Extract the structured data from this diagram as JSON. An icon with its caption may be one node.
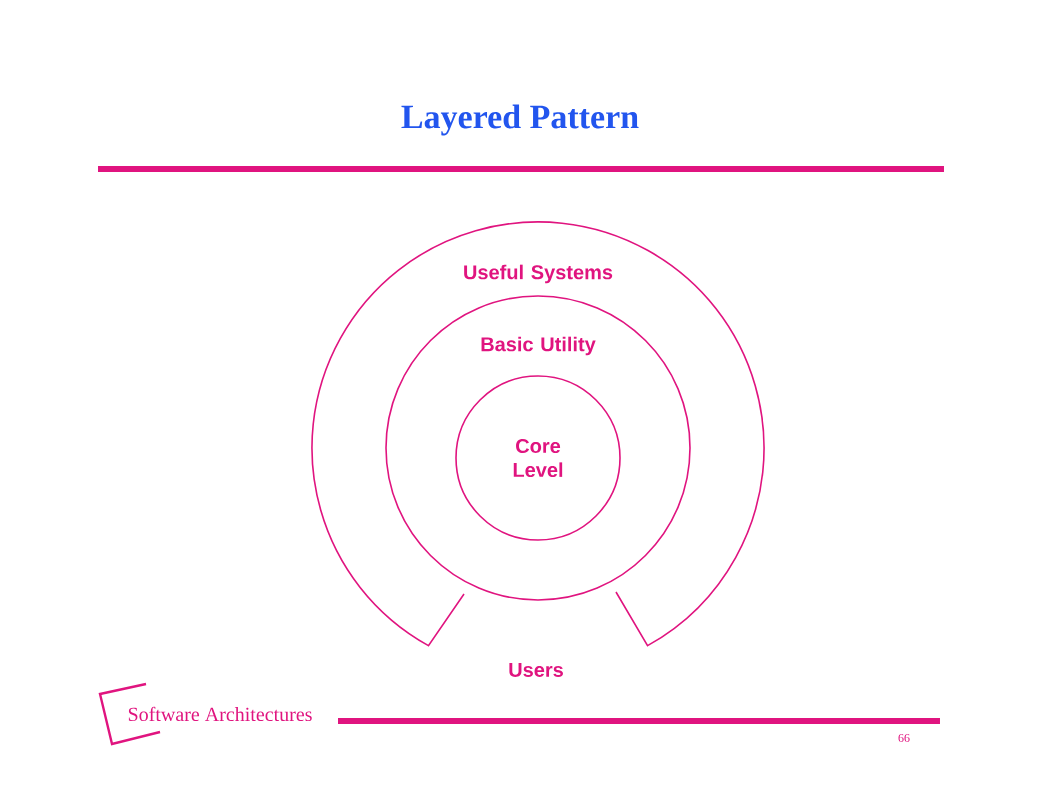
{
  "diagram": {
    "title": "Layered Pattern",
    "nodes": [
      {
        "text": [
          "Useful Systems"
        ]
      },
      {
        "text": [
          "Basic Utility"
        ],
        "in": 0
      },
      {
        "text": [
          "Core Level"
        ],
        "in": 1
      }
    ],
    "labels": [
      "Users",
      "Software Architectures",
      "66"
    ]
  }
}
